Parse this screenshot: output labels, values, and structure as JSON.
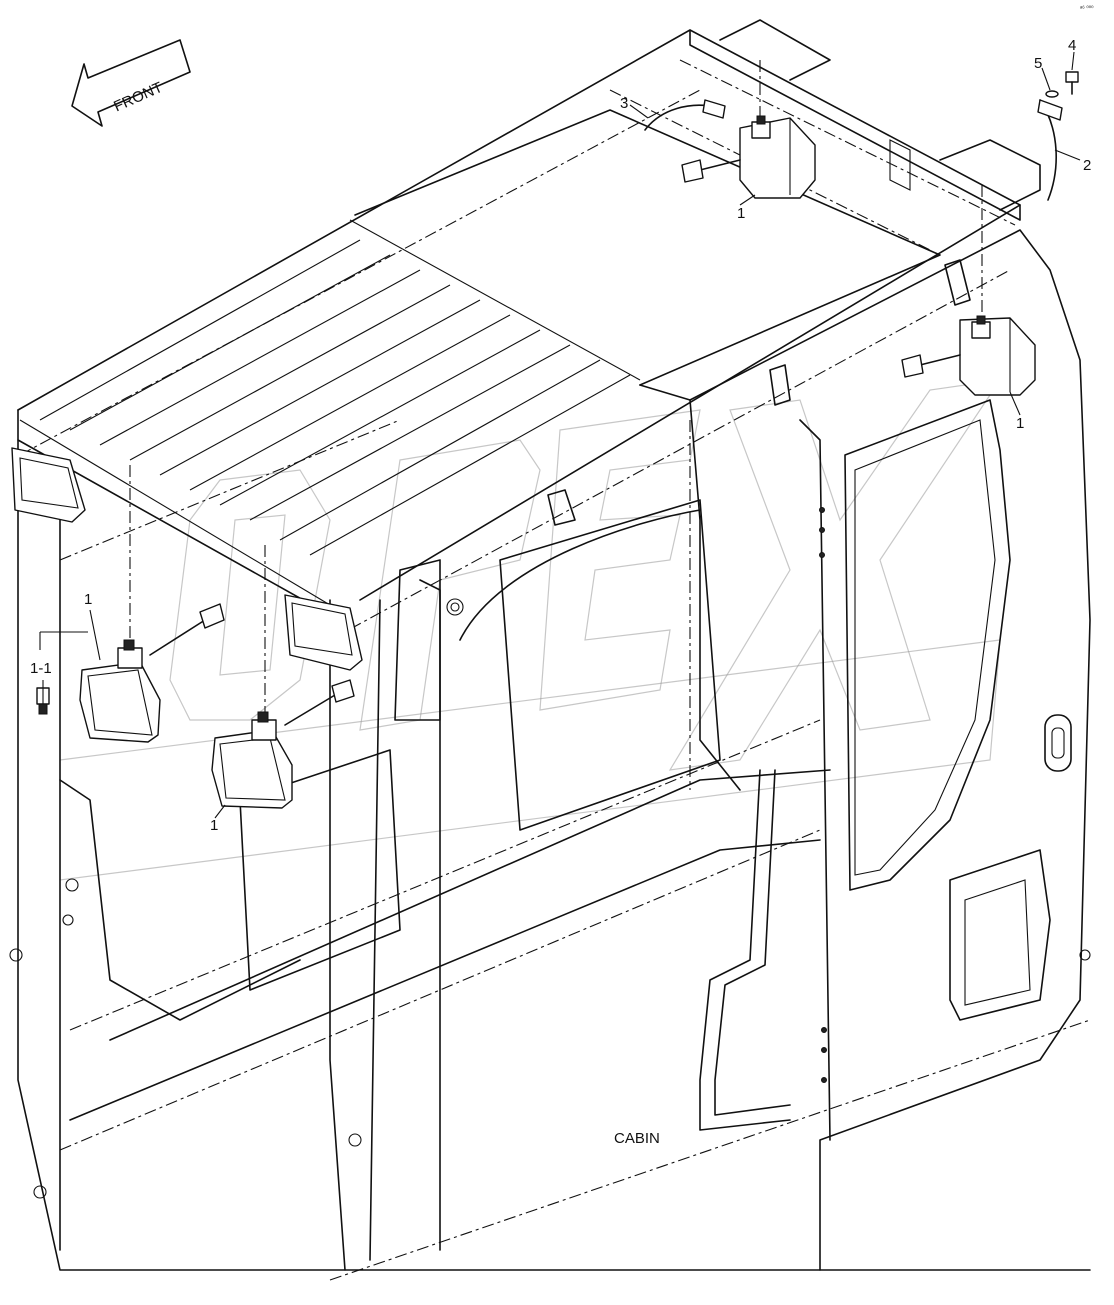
{
  "diagram": {
    "corner_mark": "ᵃ⁶ ⁰⁰⁰",
    "front_arrow_label": "FRONT",
    "assembly_label": "CABIN",
    "callouts": [
      {
        "id": "c1-rear-top",
        "text": "1"
      },
      {
        "id": "c1-rear-right",
        "text": "1"
      },
      {
        "id": "c1-front-left",
        "text": "1"
      },
      {
        "id": "c1-front-mid",
        "text": "1"
      },
      {
        "id": "c2",
        "text": "2"
      },
      {
        "id": "c3",
        "text": "3"
      },
      {
        "id": "c4",
        "text": "4"
      },
      {
        "id": "c5",
        "text": "5"
      },
      {
        "id": "c1-1",
        "text": "1-1"
      }
    ],
    "watermark_text": "OPEX"
  }
}
